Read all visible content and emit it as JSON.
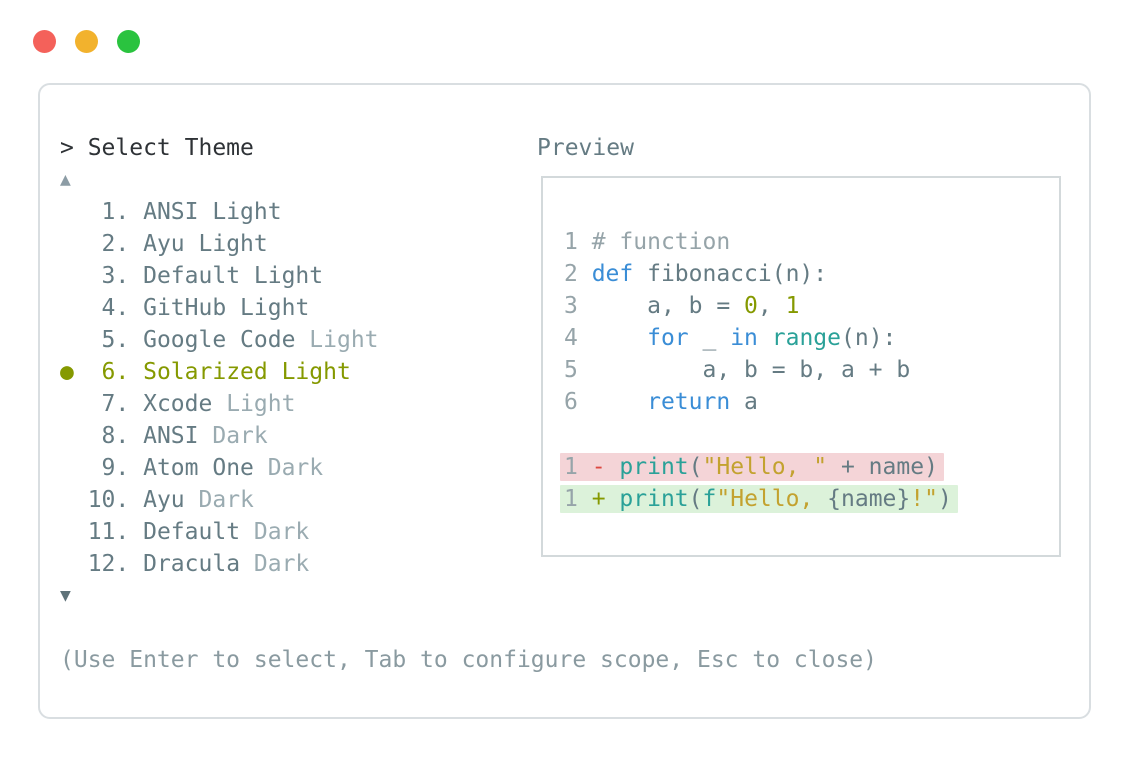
{
  "colors": {
    "panel_border": "#d9dee1",
    "box_border": "#d3d9db",
    "dark": "#2e3236",
    "fg": "#657b83",
    "faded": "#9aabb1",
    "line_number": "#96a4a9",
    "comment": "#96a4a9",
    "keyword": "#3a8dd6",
    "function": "#2aa198",
    "string": "#c3a22f",
    "number": "#859900",
    "red": "#dc4840",
    "removed_bg": "#f4d4d7",
    "added_bg": "#dcf2da",
    "accent_selected": "#859900",
    "hint": "#8a9aa0",
    "scroll_up": "#8c9ca5",
    "scroll_down": "#5e7279"
  },
  "window_controls": [
    {
      "name": "close",
      "color": "#f4615a"
    },
    {
      "name": "minimize",
      "color": "#f2b22d"
    },
    {
      "name": "zoom",
      "color": "#2ac33f"
    }
  ],
  "selector": {
    "prompt": "> Select Theme",
    "scroll_up": "▲",
    "scroll_down": "▼",
    "selected_marker": "●",
    "items": [
      {
        "number": "1.",
        "name": "ANSI",
        "variant": "Light",
        "variant_faded": false,
        "selected": false
      },
      {
        "number": "2.",
        "name": "Ayu",
        "variant": "Light",
        "variant_faded": false,
        "selected": false
      },
      {
        "number": "3.",
        "name": "Default",
        "variant": "Light",
        "variant_faded": false,
        "selected": false
      },
      {
        "number": "4.",
        "name": "GitHub",
        "variant": "Light",
        "variant_faded": false,
        "selected": false
      },
      {
        "number": "5.",
        "name": "Google Code",
        "variant": "Light",
        "variant_faded": true,
        "selected": false
      },
      {
        "number": "6.",
        "name": "Solarized",
        "variant": "Light",
        "variant_faded": false,
        "selected": true
      },
      {
        "number": "7.",
        "name": "Xcode",
        "variant": "Light",
        "variant_faded": true,
        "selected": false
      },
      {
        "number": "8.",
        "name": "ANSI",
        "variant": "Dark",
        "variant_faded": true,
        "selected": false
      },
      {
        "number": "9.",
        "name": "Atom One",
        "variant": "Dark",
        "variant_faded": true,
        "selected": false
      },
      {
        "number": "10.",
        "name": "Ayu",
        "variant": "Dark",
        "variant_faded": true,
        "selected": false
      },
      {
        "number": "11.",
        "name": "Default",
        "variant": "Dark",
        "variant_faded": true,
        "selected": false
      },
      {
        "number": "12.",
        "name": "Dracula",
        "variant": "Dark",
        "variant_faded": true,
        "selected": false
      }
    ],
    "hint": "(Use Enter to select, Tab to configure scope, Esc to close)"
  },
  "preview": {
    "label": "Preview",
    "code_lines": [
      {
        "num": "1",
        "segments": [
          [
            "# function",
            "comment"
          ]
        ]
      },
      {
        "num": "2",
        "segments": [
          [
            "def",
            "kw"
          ],
          [
            " fibonacci(n):",
            "fg"
          ]
        ]
      },
      {
        "num": "3",
        "segments": [
          [
            "    a, b = ",
            "fg"
          ],
          [
            "0",
            "num"
          ],
          [
            ", ",
            "fg"
          ],
          [
            "1",
            "num"
          ]
        ]
      },
      {
        "num": "4",
        "segments": [
          [
            "    ",
            "fg"
          ],
          [
            "for",
            "kw"
          ],
          [
            " _ ",
            "fg"
          ],
          [
            "in",
            "kw"
          ],
          [
            " ",
            "fg"
          ],
          [
            "range",
            "fn"
          ],
          [
            "(n):",
            "fg"
          ]
        ]
      },
      {
        "num": "5",
        "segments": [
          [
            "        a, b = b, a + b",
            "fg"
          ]
        ]
      },
      {
        "num": "6",
        "segments": [
          [
            "    ",
            "fg"
          ],
          [
            "return",
            "kw"
          ],
          [
            " a",
            "fg"
          ]
        ]
      }
    ],
    "diff_lines": [
      {
        "num": "1",
        "kind": "removed",
        "segments": [
          [
            "- ",
            "red"
          ],
          [
            "print",
            "fn"
          ],
          [
            "(",
            "fg"
          ],
          [
            "\"Hello, \"",
            "str"
          ],
          [
            " + name)",
            "fg"
          ]
        ]
      },
      {
        "num": "1",
        "kind": "added",
        "segments": [
          [
            "+ ",
            "num"
          ],
          [
            "print",
            "fn"
          ],
          [
            "(",
            "fg"
          ],
          [
            "f",
            "fn"
          ],
          [
            "\"Hello, ",
            "str"
          ],
          [
            "{name}",
            "fg"
          ],
          [
            "!\"",
            "str"
          ],
          [
            ")",
            "fg"
          ]
        ]
      }
    ]
  }
}
